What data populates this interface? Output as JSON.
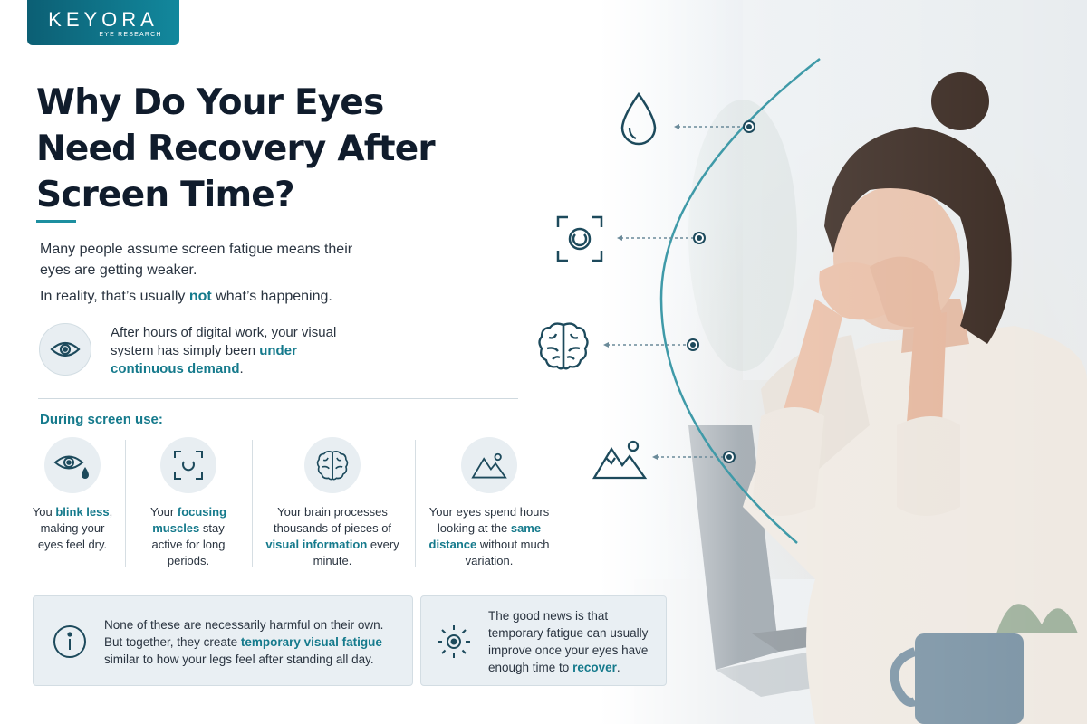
{
  "brand": {
    "name": "KEYORA",
    "tagline": "EYE RESEARCH"
  },
  "title": {
    "line1": "Why Do Your Eyes",
    "line2": "Need Recovery After",
    "line3": "Screen Time?"
  },
  "intro": {
    "line1": "Many people assume screen fatigue means their eyes are getting weaker.",
    "line2_pre": "In reality, that’s usually ",
    "line2_hl": "not",
    "line2_post": " what’s happening."
  },
  "demand": {
    "pre": "After hours of digital work, your visual system has simply been ",
    "hl": "under continuous demand",
    "post": "."
  },
  "during": {
    "heading": "During screen use:",
    "items": [
      {
        "pre": "You ",
        "hl": "blink less",
        "post": ", making your eyes feel dry.",
        "icon": "eye-tear-icon"
      },
      {
        "pre": "Your ",
        "hl": "focusing muscles",
        "post": " stay active for long periods.",
        "icon": "focus-icon"
      },
      {
        "pre": "Your brain processes thousands of pieces of ",
        "hl": "visual information",
        "post": " every minute.",
        "icon": "brain-icon"
      },
      {
        "pre": "Your eyes spend hours looking at the ",
        "hl": "same distance",
        "post": " without much variation.",
        "icon": "mountain-icon"
      }
    ]
  },
  "info_card": {
    "pre": "None of these are necessarily harmful on their own. But together, they create ",
    "hl": "temporary visual fatigue",
    "post": "— similar to how your legs feel after standing all day."
  },
  "news_card": {
    "pre": "The good news is that temporary fatigue can usually improve once your eyes have enough time to ",
    "hl": "recover",
    "post": "."
  },
  "arc_icons": [
    "droplet-icon",
    "focus-icon",
    "brain-icon",
    "mountain-icon"
  ],
  "colors": {
    "accent": "#157a8c",
    "title": "#101c2c",
    "brand": "#0c5f74"
  }
}
